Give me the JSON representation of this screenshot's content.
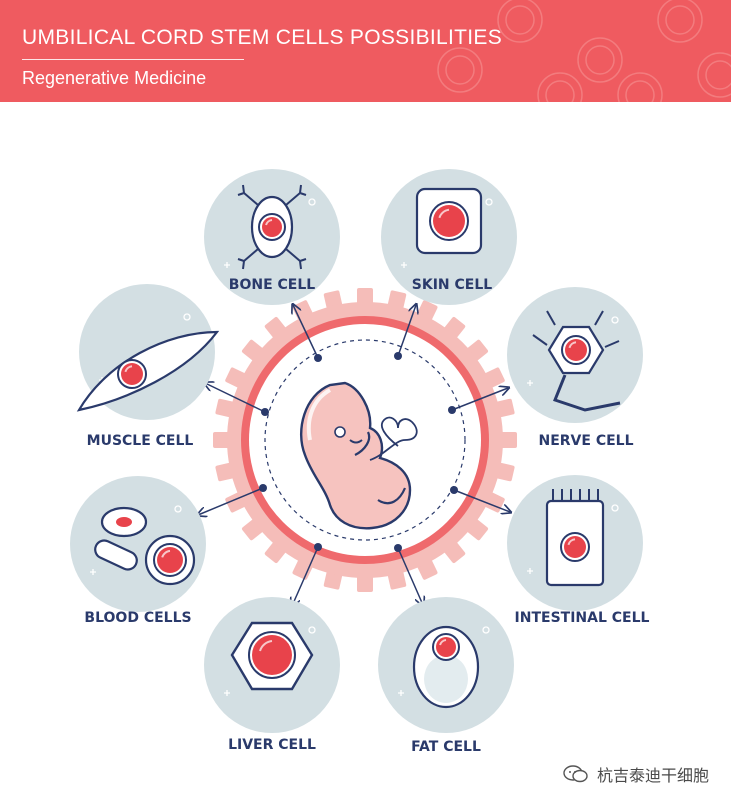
{
  "header": {
    "title": "UMBILICAL CORD STEM CELLS POSSIBILITIES",
    "subtitle": "Regenerative Medicine"
  },
  "cells": [
    {
      "id": "bone",
      "label": "BONE CELL"
    },
    {
      "id": "skin",
      "label": "SKIN CELL"
    },
    {
      "id": "muscle",
      "label": "MUSCLE CELL"
    },
    {
      "id": "nerve",
      "label": "NERVE CELL"
    },
    {
      "id": "blood",
      "label": "BLOOD CELLS"
    },
    {
      "id": "intestinal",
      "label": "INTESTINAL CELL"
    },
    {
      "id": "liver",
      "label": "LIVER CELL"
    },
    {
      "id": "fat",
      "label": "FAT CELL"
    }
  ],
  "watermark": "杭吉泰迪干细胞",
  "colors": {
    "header": "#ef5b60",
    "navy": "#2a3a6b",
    "circle": "#d3dfe3",
    "red": "#e8434b",
    "pink": "#f5c7c4"
  }
}
